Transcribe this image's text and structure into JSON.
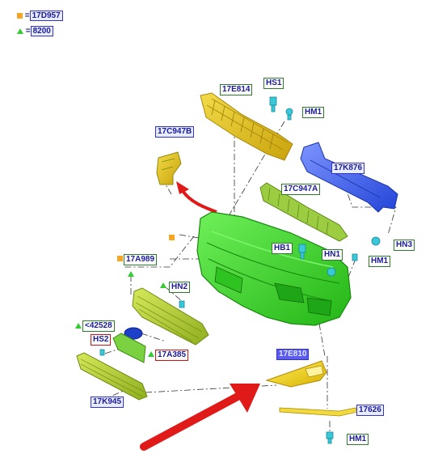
{
  "legend": [
    {
      "symbol": "square-marker-icon",
      "color": "#f5a623",
      "text": "=",
      "code": "17D957"
    },
    {
      "symbol": "triangle-marker-icon",
      "color": "#33cc33",
      "text": "=",
      "code": "8200"
    }
  ],
  "labels": {
    "l_17E814": "17E814",
    "l_HS1": "HS1",
    "l_HM1_top": "HM1",
    "l_17C947B": "17C947B",
    "l_17K876": "17K876",
    "l_17C947A": "17C947A",
    "l_HN3": "HN3",
    "l_HB1": "HB1",
    "l_HN1": "HN1",
    "l_HM1_mid": "HM1",
    "l_17A989": "17A989",
    "l_HN2": "HN2",
    "l_42528": "<42528",
    "l_HS2": "HS2",
    "l_17A385": "17A385",
    "l_17E810": "17E810",
    "l_17K945": "17K945",
    "l_17626": "17626",
    "l_HM1_bot": "HM1"
  },
  "colors": {
    "bumper": "#3ddc2a",
    "bumper_dark": "#1e9a14",
    "absorber_top": "#e2c01a",
    "reinforcement": "#3a5ef0",
    "foam": "#8fcc3a",
    "grille": "#b6d33c",
    "fog_bezel": "#f0d000",
    "clip": "#3ac8d8",
    "arrow": "#e01919"
  }
}
